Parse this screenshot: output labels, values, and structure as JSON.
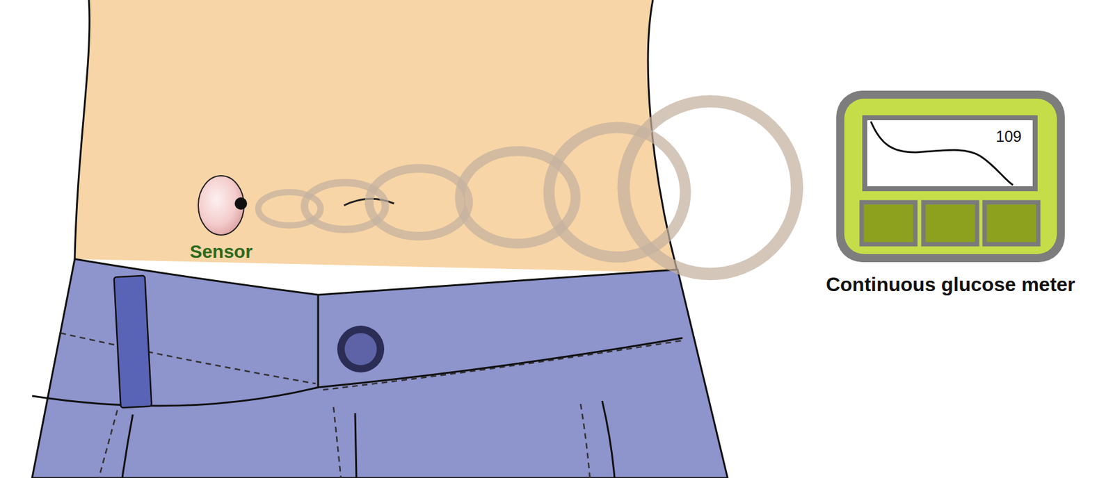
{
  "diagram": {
    "nodes": [
      {
        "text": [
          "Sensor"
        ]
      },
      {
        "text": [
          "Continuous glucose meter"
        ]
      },
      {
        "text": [
          "109"
        ],
        "in": 1
      }
    ],
    "edges": [
      {
        "from": 0,
        "to": 1,
        "arrow": "none"
      }
    ]
  }
}
